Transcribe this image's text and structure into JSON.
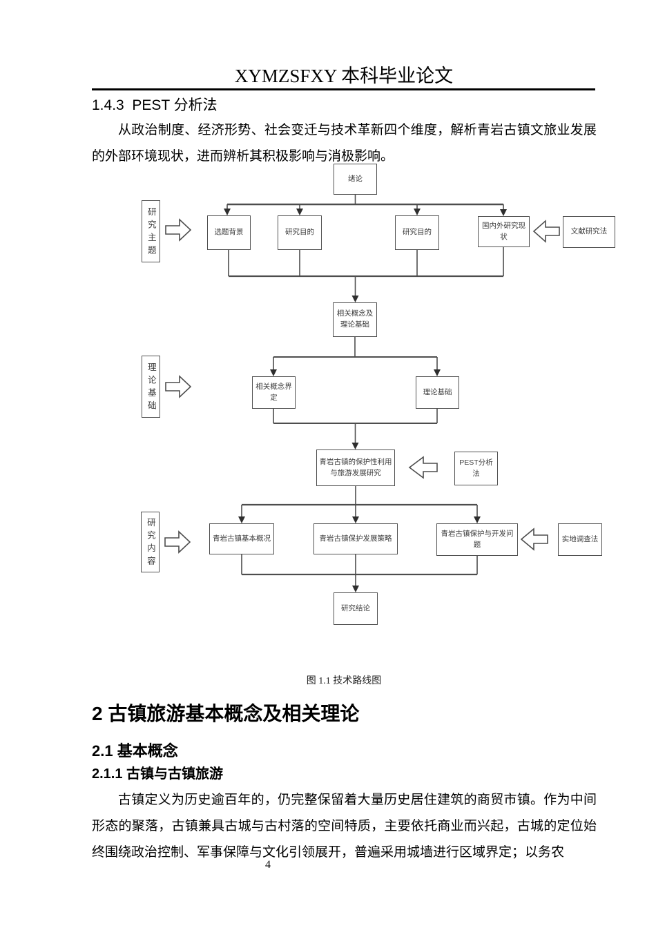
{
  "page": {
    "title": "XYMZSFXY 本科毕业论文",
    "page_number": "4"
  },
  "section_pest": {
    "heading": "1.4.3  PEST 分析法",
    "paragraph": "从政治制度、经济形势、社会变迁与技术革新四个维度，解析青岩古镇文旅业发展的外部环境现状，进而辨析其积极影响与消极影响。"
  },
  "figure": {
    "caption": "图 1.1 技术路线图",
    "nodes": {
      "intro": "绪论",
      "topic_label": "研究主题",
      "background": "选题背景",
      "purpose1": "研究目的",
      "purpose2": "研究目的",
      "domestic": "国内外研究现状",
      "literature": "文献研究法",
      "concepts": "相关概念及理论基础",
      "theory_label": "理论基础",
      "concept_def": "相关概念界定",
      "theory_basis": "理论基础",
      "core": "青岩古镇的保护性利用与旅游发展研究",
      "pest": "PEST分析法",
      "content_label": "研究内容",
      "overview": "青岩古镇基本概况",
      "strategy": "青岩古镇保护发展策略",
      "issues": "青岩古镇保护与开发问题",
      "survey": "实地调查法",
      "conclusion": "研究结论"
    }
  },
  "chapter2": {
    "heading": "2 古镇旅游基本概念及相关理论",
    "section21": "2.1 基本概念",
    "section211": "2.1.1 古镇与古镇旅游",
    "paragraph": "古镇定义为历史逾百年的，仍完整保留着大量历史居住建筑的商贸市镇。作为中间形态的聚落，古镇兼具古城与古村落的空间特质，主要依托商业而兴起，古城的定位始终围绕政治控制、军事保障与文化引领展开，普遍采用城墙进行区域界定；以务农"
  }
}
